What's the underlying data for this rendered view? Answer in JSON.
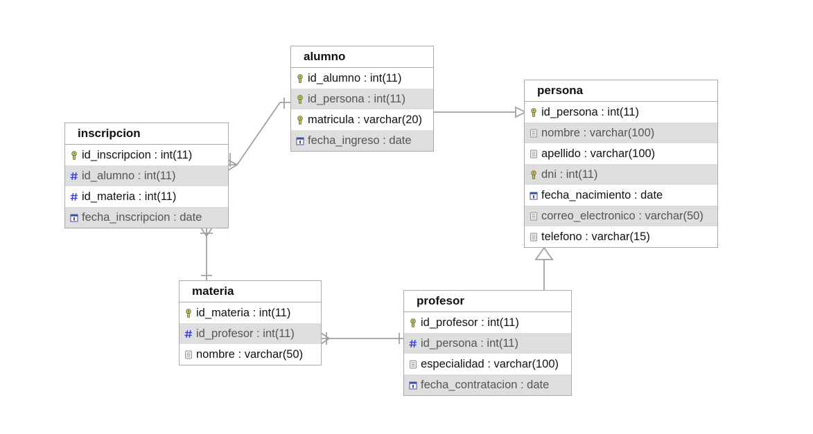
{
  "colors": {
    "line": "#a0a0a0",
    "border": "#a9a9a9",
    "alt_row": "#dedede"
  },
  "entities": {
    "alumno": {
      "title": "alumno",
      "fields": [
        {
          "label": "id_alumno : int(11)",
          "icon": "key-icon"
        },
        {
          "label": "id_persona : int(11)",
          "icon": "key-icon"
        },
        {
          "label": "matricula : varchar(20)",
          "icon": "key-icon"
        },
        {
          "label": "fecha_ingreso : date",
          "icon": "date-icon"
        }
      ]
    },
    "persona": {
      "title": "persona",
      "fields": [
        {
          "label": "id_persona : int(11)",
          "icon": "key-icon"
        },
        {
          "label": "nombre : varchar(100)",
          "icon": "text-icon"
        },
        {
          "label": "apellido : varchar(100)",
          "icon": "text-icon"
        },
        {
          "label": "dni : int(11)",
          "icon": "key-icon"
        },
        {
          "label": "fecha_nacimiento : date",
          "icon": "date-icon"
        },
        {
          "label": "correo_electronico : varchar(50)",
          "icon": "text-icon"
        },
        {
          "label": "telefono : varchar(15)",
          "icon": "text-icon"
        }
      ]
    },
    "inscripcion": {
      "title": "inscripcion",
      "fields": [
        {
          "label": "id_inscripcion : int(11)",
          "icon": "key-icon"
        },
        {
          "label": "id_alumno : int(11)",
          "icon": "hash-icon"
        },
        {
          "label": "id_materia : int(11)",
          "icon": "hash-icon"
        },
        {
          "label": "fecha_inscripcion : date",
          "icon": "date-icon"
        }
      ]
    },
    "materia": {
      "title": "materia",
      "fields": [
        {
          "label": "id_materia : int(11)",
          "icon": "key-icon"
        },
        {
          "label": "id_profesor : int(11)",
          "icon": "hash-icon"
        },
        {
          "label": "nombre : varchar(50)",
          "icon": "text-icon"
        }
      ]
    },
    "profesor": {
      "title": "profesor",
      "fields": [
        {
          "label": "id_profesor : int(11)",
          "icon": "key-icon"
        },
        {
          "label": "id_persona : int(11)",
          "icon": "hash-icon"
        },
        {
          "label": "especialidad : varchar(100)",
          "icon": "text-icon"
        },
        {
          "label": "fecha_contratacion : date",
          "icon": "date-icon"
        }
      ]
    }
  }
}
